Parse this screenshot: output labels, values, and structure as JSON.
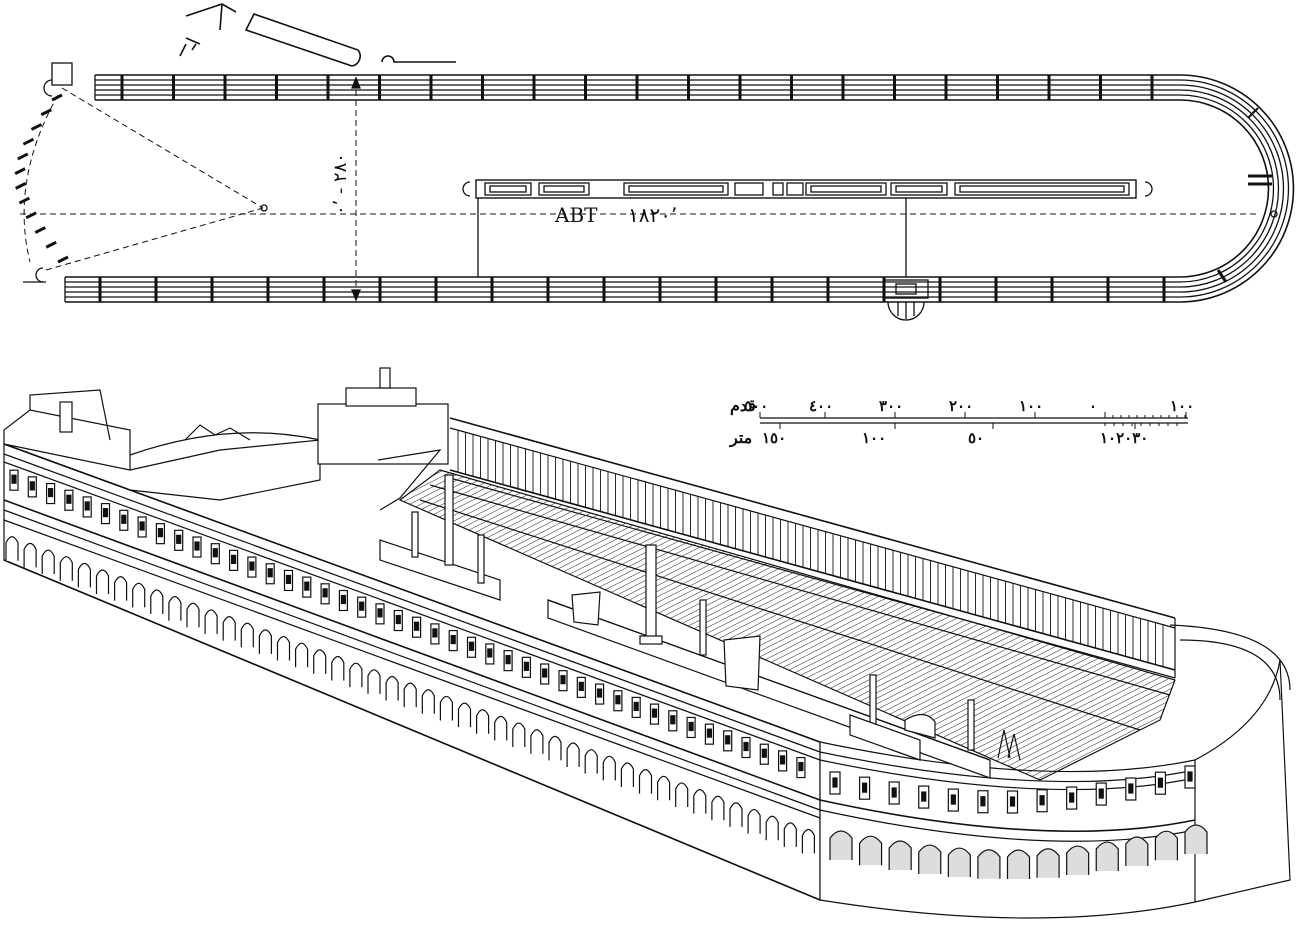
{
  "plan": {
    "label_latin": "ABT",
    "label_length": "١٨٢٠٬",
    "label_width": "٢٨٠ - ٠٬"
  },
  "scale_bar": {
    "feet_unit": "قدم",
    "feet_ticks": [
      "١٠٠",
      "٠",
      "١٠٠",
      "٢٠٠",
      "٣٠٠",
      "٤٠٠",
      "٥٠٠"
    ],
    "meter_unit": "متر",
    "meter_ticks": [
      "١٠٢٠٣٠",
      "٥٠",
      "١٠٠",
      "١٥٠"
    ]
  },
  "colors": {
    "ink": "#111111",
    "paper": "#ffffff",
    "shade": "#9a9a9a"
  }
}
